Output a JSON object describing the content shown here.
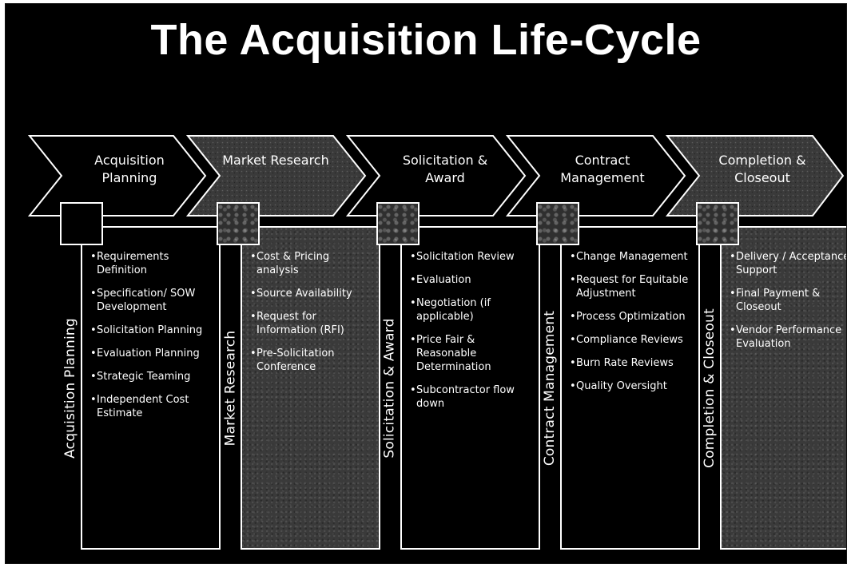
{
  "title": "The Acquisition Life-Cycle",
  "colors": {
    "background": "#000000",
    "foreground": "#ffffff",
    "texture": "#3a3a3a"
  },
  "phases": [
    {
      "chevron_label": "Acquisition Planning",
      "side_label": "Acquisition Planning",
      "icon": "blank-square-icon",
      "items": [
        "Requirements Definition",
        "Specification/ SOW Development",
        "Solicitation Planning",
        "Evaluation Planning",
        "Strategic Teaming",
        "Independent Cost Estimate"
      ]
    },
    {
      "chevron_label": "Market Research",
      "side_label": "Market Research",
      "icon": "photo-thumbnail-icon",
      "items": [
        "Cost & Pricing analysis",
        "Source Availability",
        "Request for Information (RFI)",
        "Pre-Solicitation Conference"
      ]
    },
    {
      "chevron_label": "Solicitation & Award",
      "side_label": "Solicitation & Award",
      "icon": "photo-thumbnail-icon",
      "items": [
        "Solicitation Review",
        "Evaluation",
        "Negotiation (if applicable)",
        "Price Fair & Reasonable Determination",
        "Subcontractor flow down"
      ]
    },
    {
      "chevron_label": "Contract Management",
      "side_label": "Contract Management",
      "icon": "photo-thumbnail-icon",
      "items": [
        "Change Management",
        "Request for Equitable Adjustment",
        "Process Optimization",
        "Compliance Reviews",
        "Burn Rate Reviews",
        "Quality Oversight"
      ]
    },
    {
      "chevron_label": "Completion & Closeout",
      "side_label": "Completion & Closeout",
      "icon": "photo-thumbnail-icon",
      "items": [
        "Delivery / Acceptance Support",
        "Final Payment & Closeout",
        "Vendor Performance Evaluation"
      ]
    }
  ]
}
